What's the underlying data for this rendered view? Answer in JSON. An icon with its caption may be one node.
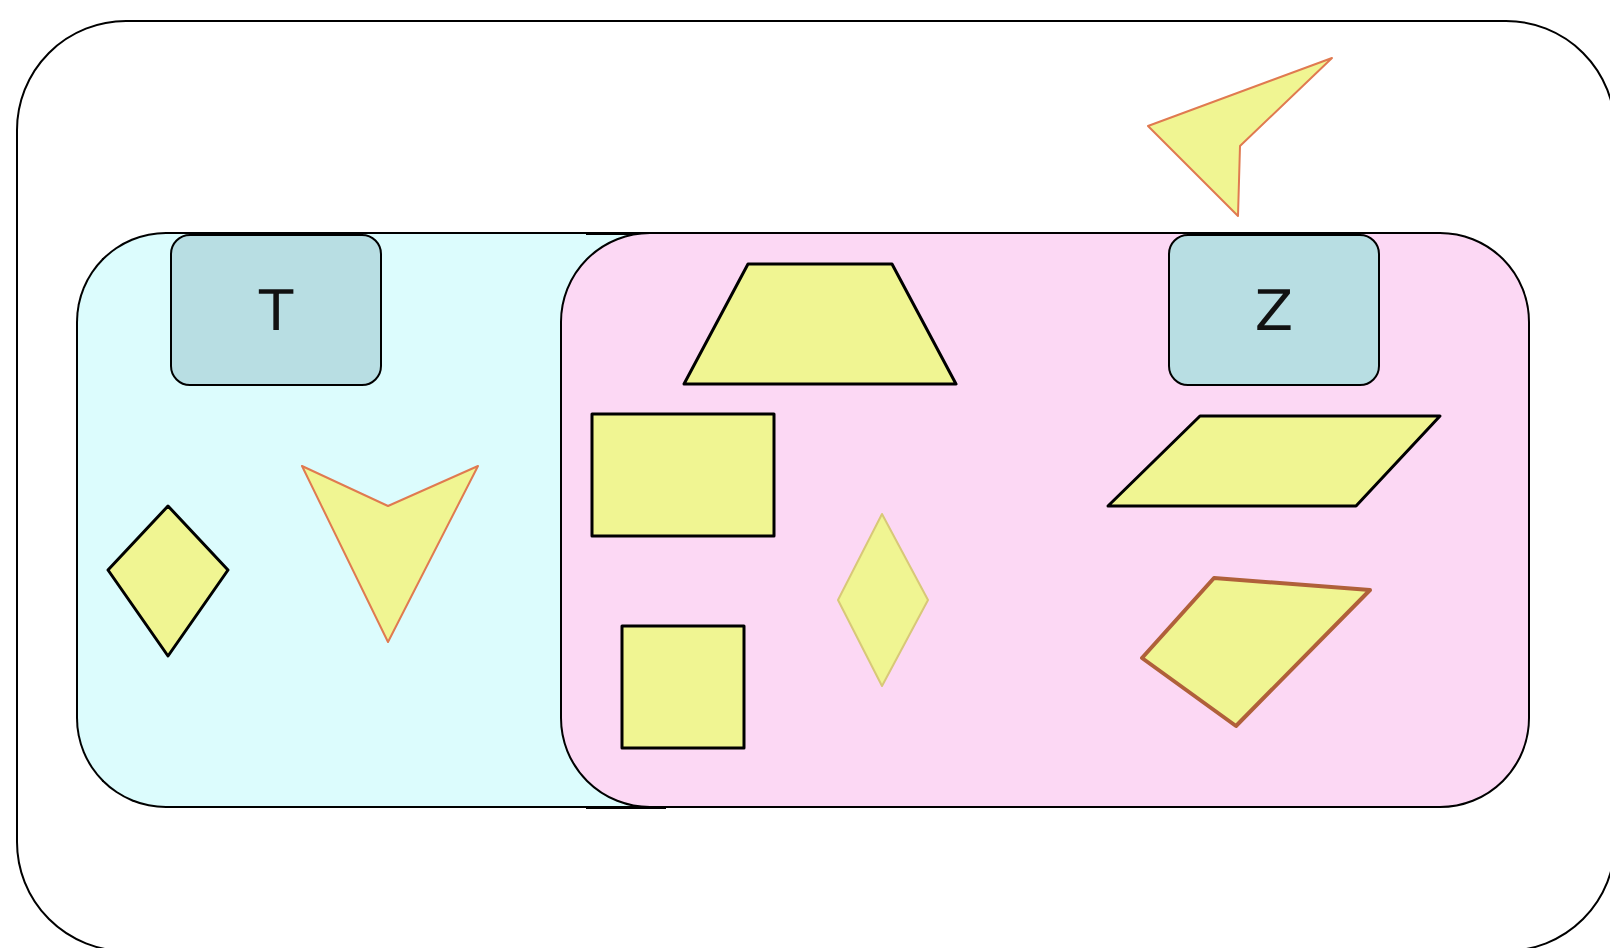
{
  "diagram": {
    "nodes": [
      {
        "text": [],
        "shape": "box"
      },
      {
        "text": [],
        "shape": "box",
        "in": 0
      },
      {
        "text": [],
        "shape": "box",
        "in": 0
      },
      {
        "text": [
          "T"
        ],
        "in": 1
      },
      {
        "text": [
          "Z"
        ],
        "in": 2
      },
      {
        "text": [],
        "shape": "arrowhead",
        "in": 0
      },
      {
        "text": [],
        "shape": "diamond",
        "in": 1
      },
      {
        "text": [],
        "shape": "arrowhead",
        "in": 1
      },
      {
        "text": [],
        "shape": "trapezoid",
        "in": 2
      },
      {
        "text": [],
        "shape": "box",
        "in": 2
      },
      {
        "text": [],
        "shape": "box",
        "in": 2
      },
      {
        "text": [],
        "shape": "diamond",
        "in": 2
      },
      {
        "text": [],
        "shape": "parallelogram",
        "in": 2
      },
      {
        "text": [],
        "shape": "quadrilateral",
        "in": 2
      }
    ]
  }
}
